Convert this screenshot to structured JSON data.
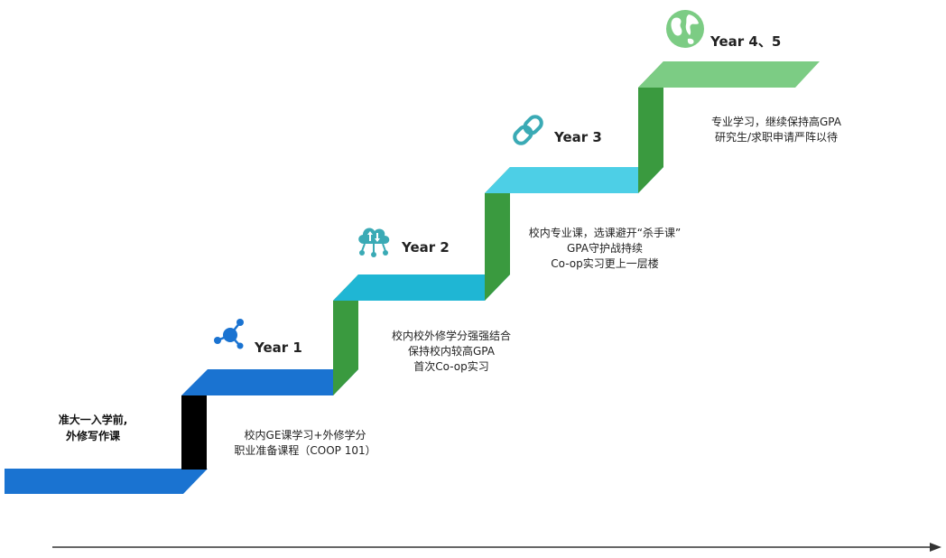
{
  "start": {
    "line1": "准大一入学前,",
    "line2": "外修写作课"
  },
  "stages": [
    {
      "year": "Year 1",
      "icon": "molecule-icon",
      "color": "#1a73d1",
      "lines": [
        "校内GE课学习+外修学分",
        "职业准备课程（COOP 101）"
      ]
    },
    {
      "year": "Year 2",
      "icon": "cloud-network-icon",
      "color": "#1fb6d4",
      "lines": [
        "校内校外修学分强强结合",
        "保持校内较高GPA",
        "首次Co-op实习"
      ]
    },
    {
      "year": "Year 3",
      "icon": "chain-link-icon",
      "color": "#4dcfe6",
      "lines": [
        "校内专业课，选课避开“杀手课”",
        "GPA守护战持续",
        "Co-op实习更上一层楼"
      ]
    },
    {
      "year": "Year 4、5",
      "icon": "globe-icon",
      "color": "#7ccc84",
      "lines": [
        "专业学习，继续保持高GPA",
        "研究生/求职申请严阵以待"
      ]
    }
  ],
  "colors": {
    "base_step": "#1a73d1",
    "riser_first": "#000000",
    "riser": "#3a9a3f",
    "icon_accent": "#3aaab5",
    "arrow": "#333333"
  }
}
